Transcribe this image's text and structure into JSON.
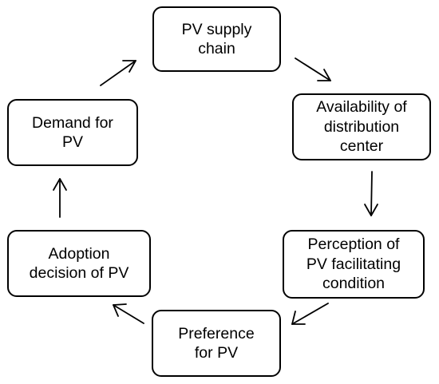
{
  "diagram": {
    "nodes": [
      {
        "id": "pv-supply-chain",
        "lines": [
          "PV supply",
          "chain"
        ]
      },
      {
        "id": "availability-distribution-center",
        "lines": [
          "Availability of",
          "distribution",
          "center"
        ]
      },
      {
        "id": "perception-facilitating-condition",
        "lines": [
          "Perception of",
          "PV facilitating",
          "condition"
        ]
      },
      {
        "id": "preference-for-pv",
        "lines": [
          "Preference",
          "for PV"
        ]
      },
      {
        "id": "adoption-decision",
        "lines": [
          "Adoption",
          "decision of PV"
        ]
      },
      {
        "id": "demand-for-pv",
        "lines": [
          "Demand for",
          "PV"
        ]
      }
    ],
    "edges": [
      {
        "from": "pv-supply-chain",
        "to": "availability-distribution-center"
      },
      {
        "from": "availability-distribution-center",
        "to": "perception-facilitating-condition"
      },
      {
        "from": "perception-facilitating-condition",
        "to": "preference-for-pv"
      },
      {
        "from": "preference-for-pv",
        "to": "adoption-decision"
      },
      {
        "from": "adoption-decision",
        "to": "demand-for-pv"
      },
      {
        "from": "demand-for-pv",
        "to": "pv-supply-chain"
      }
    ],
    "colors": {
      "stroke": "#000000",
      "fill": "#ffffff",
      "text": "#000000"
    }
  }
}
